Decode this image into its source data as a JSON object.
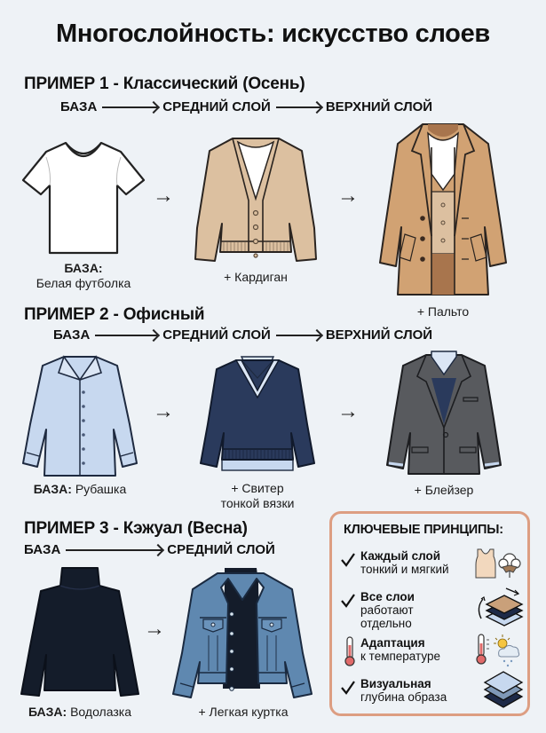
{
  "title": "Многослойность: искусство слоев",
  "flow_labels": {
    "base": "БАЗА",
    "middle": "СРЕДНИЙ СЛОЙ",
    "outer": "ВЕРХНИЙ СЛОЙ"
  },
  "examples": [
    {
      "title": "ПРИМЕР 1 - Классический (Осень)",
      "items": [
        {
          "prefix": "БАЗА:",
          "label": "Белая футболка",
          "garment": "white-tshirt",
          "color": "#ffffff"
        },
        {
          "prefix": "",
          "label": "+ Кардиган",
          "garment": "beige-cardigan",
          "color": "#dcc0a0"
        },
        {
          "prefix": "",
          "label": "+ Пальто",
          "garment": "camel-coat",
          "color": "#d1a273"
        }
      ]
    },
    {
      "title": "ПРИМЕР 2 - Офисный",
      "items": [
        {
          "prefix": "БАЗА:",
          "label": "Рубашка",
          "garment": "light-blue-shirt",
          "color": "#c7d8ef"
        },
        {
          "prefix": "",
          "label": "+ Свитер",
          "label2": "тонкой вязки",
          "garment": "navy-sweater",
          "color": "#2a3a5c"
        },
        {
          "prefix": "",
          "label": "+ Блейзер",
          "garment": "gray-blazer",
          "color": "#585a5e"
        }
      ]
    },
    {
      "title": "ПРИМЕР 3 - Кэжуал (Весна)",
      "items": [
        {
          "prefix": "БАЗА:",
          "label": "Водолазка",
          "garment": "black-turtleneck",
          "color": "#141c2a"
        },
        {
          "prefix": "",
          "label": "+ Легкая куртка",
          "garment": "denim-jacket",
          "color": "#5f88b0"
        }
      ]
    }
  ],
  "principles": {
    "header": "КЛЮЧЕВЫЕ ПРИНЦИПЫ:",
    "border_color": "#dd9e82",
    "items": [
      {
        "mark": "check-icon",
        "bold": "Каждый слой",
        "rest": "тонкий и мягкий",
        "icon": "tank-top-cotton-icon"
      },
      {
        "mark": "check-icon",
        "bold": "Все слои",
        "rest": "работают",
        "rest2": "отдельно",
        "icon": "layers-rotate-icon"
      },
      {
        "mark": "thermometer-icon",
        "bold": "Адаптация",
        "rest": "к температуре",
        "icon": "thermometer-weather-icon"
      },
      {
        "mark": "check-icon",
        "bold": "Визуальная",
        "rest": "глубина образа",
        "icon": "layers-stack-icon"
      }
    ]
  }
}
